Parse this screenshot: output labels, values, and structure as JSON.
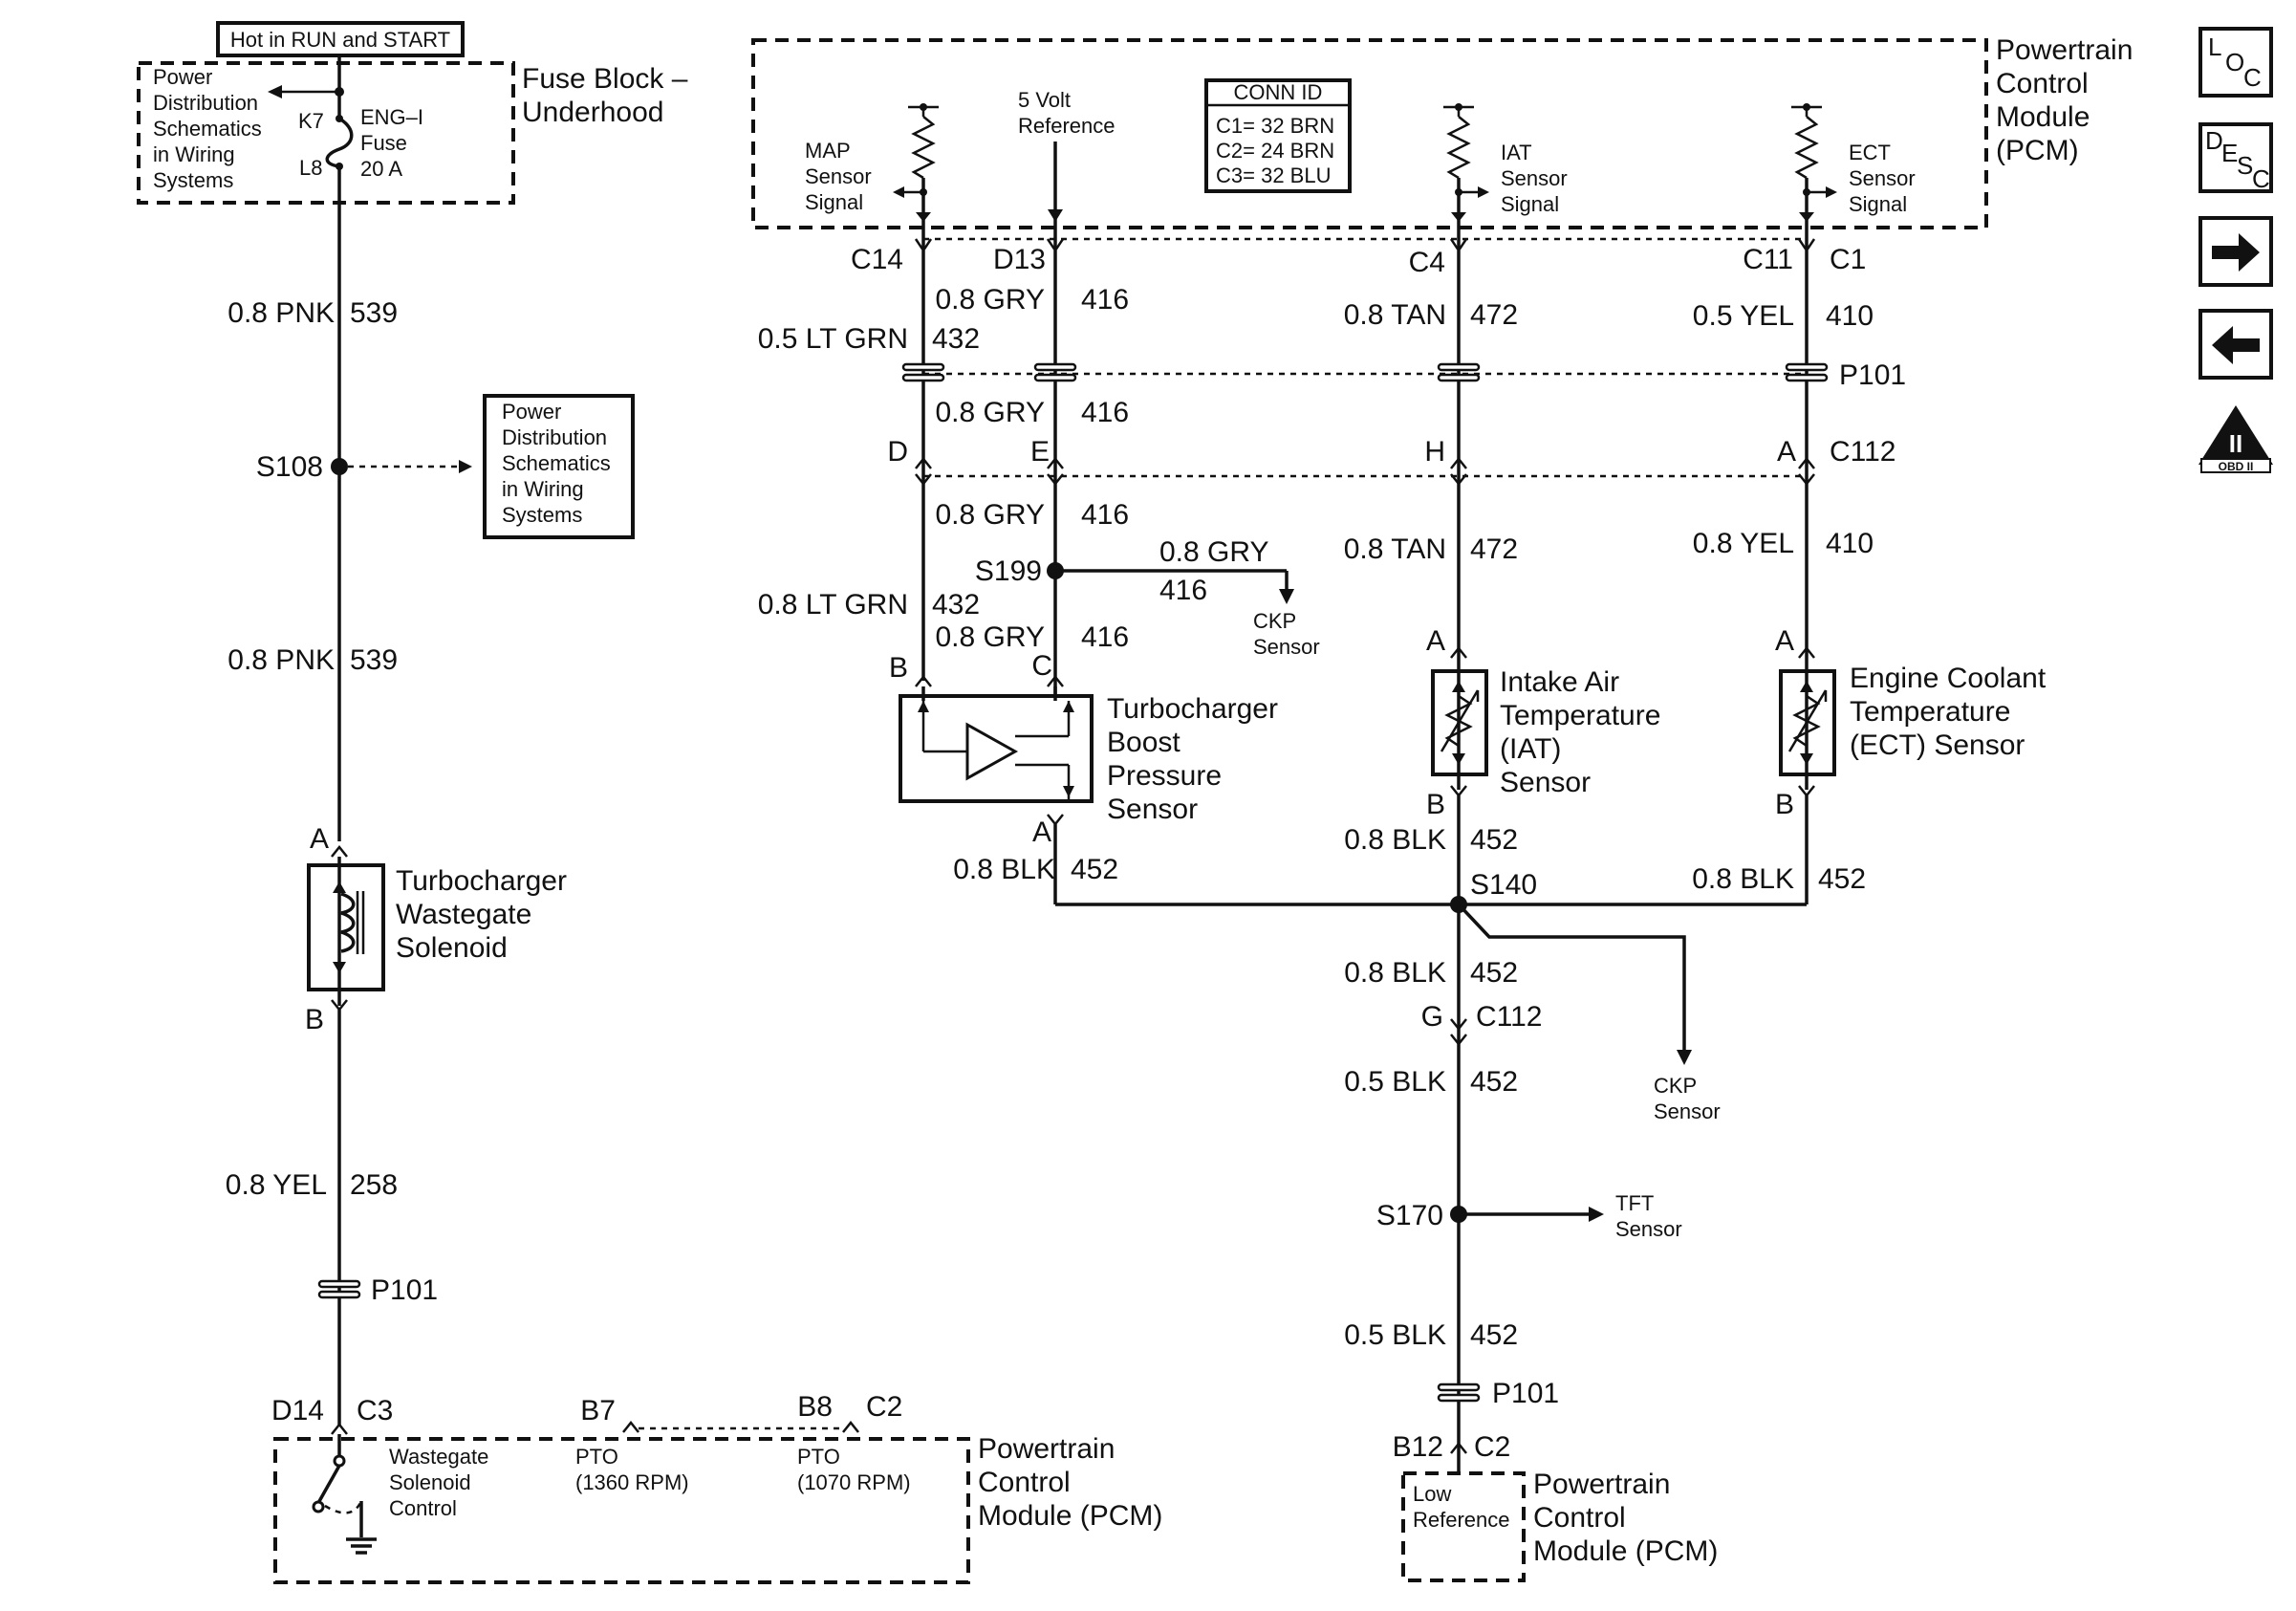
{
  "power_header": {
    "label": "Hot in RUN and START"
  },
  "fuse_block": {
    "label_line1": "Fuse Block –",
    "label_line2": "Underhood",
    "ref_lines": [
      "Power",
      "Distribution",
      "Schematics",
      "in Wiring",
      "Systems"
    ],
    "k7": "K7",
    "l8": "L8",
    "fuse_lines": [
      "ENG–I",
      "Fuse",
      "20 A"
    ]
  },
  "left_circuit": {
    "wire1": {
      "gauge": "0.8 PNK",
      "circuit": "539"
    },
    "splice": "S108",
    "ref_lines": [
      "Power",
      "Distribution",
      "Schematics",
      "in Wiring",
      "Systems"
    ],
    "wire2": {
      "gauge": "0.8 PNK",
      "circuit": "539"
    },
    "pin_a": "A",
    "pin_b": "B",
    "solenoid_lines": [
      "Turbocharger",
      "Wastegate",
      "Solenoid"
    ],
    "wire3": {
      "gauge": "0.8 YEL",
      "circuit": "258"
    },
    "p101": "P101",
    "d14": "D14",
    "c3": "C3"
  },
  "pcm_bottom_left": {
    "label_lines": [
      "Powertrain",
      "Control",
      "Module (PCM)"
    ],
    "switch_lines": [
      "Wastegate",
      "Solenoid",
      "Control"
    ],
    "b7": "B7",
    "b8": "B8",
    "c2": "C2",
    "pto1_lines": [
      "PTO",
      "(1360 RPM)"
    ],
    "pto2_lines": [
      "PTO",
      "(1070 RPM)"
    ]
  },
  "pcm_top": {
    "label_lines": [
      "Powertrain",
      "Control",
      "Module",
      "(PCM)"
    ],
    "map_lines": [
      "MAP",
      "Sensor",
      "Signal"
    ],
    "vref_lines": [
      "5 Volt",
      "Reference"
    ],
    "conn_title": "CONN ID",
    "conn_lines": [
      "C1= 32 BRN",
      "C2= 24 BRN",
      "C3= 32 BLU"
    ],
    "iat_lines": [
      "IAT",
      "Sensor",
      "Signal"
    ],
    "ect_lines": [
      "ECT",
      "Sensor",
      "Signal"
    ],
    "pins": {
      "c14": "C14",
      "d13": "D13",
      "c4": "C4",
      "c11": "C11",
      "c1": "C1"
    }
  },
  "wires_upper": {
    "grn1": {
      "gauge": "0.5 LT GRN",
      "circuit": "432"
    },
    "gry1": {
      "gauge": "0.8 GRY",
      "circuit": "416"
    },
    "tan1": {
      "gauge": "0.8 TAN",
      "circuit": "472"
    },
    "yel1": {
      "gauge": "0.5 YEL",
      "circuit": "410"
    },
    "p101": "P101",
    "gry2": {
      "gauge": "0.8 GRY",
      "circuit": "416"
    },
    "pin_d": "D",
    "pin_e": "E",
    "pin_h": "H",
    "pin_a": "A",
    "c112": "C112"
  },
  "wires_middle": {
    "gry3": {
      "gauge": "0.8 GRY",
      "circuit": "416"
    },
    "s199": "S199",
    "gry_branch": {
      "gauge": "0.8 GRY",
      "circuit": "416"
    },
    "ckp1_lines": [
      "CKP",
      "Sensor"
    ],
    "grn2": {
      "gauge": "0.8 LT GRN",
      "circuit": "432"
    },
    "gry4": {
      "gauge": "0.8 GRY",
      "circuit": "416"
    },
    "tan2": {
      "gauge": "0.8 TAN",
      "circuit": "472"
    },
    "yel2": {
      "gauge": "0.8 YEL",
      "circuit": "410"
    },
    "pin_b": "B",
    "pin_c": "C",
    "iat_pin_a": "A",
    "ect_pin_a": "A"
  },
  "sensors": {
    "boost_lines": [
      "Turbocharger",
      "Boost",
      "Pressure",
      "Sensor"
    ],
    "boost_pin_a": "A",
    "iat_lines": [
      "Intake Air",
      "Temperature",
      "(IAT)",
      "Sensor"
    ],
    "iat_pin_b": "B",
    "ect_lines": [
      "Engine Coolant",
      "Temperature",
      "(ECT) Sensor"
    ],
    "ect_pin_b": "B"
  },
  "ground_circuit": {
    "blk1": {
      "gauge": "0.8 BLK",
      "circuit": "452"
    },
    "blk2": {
      "gauge": "0.8 BLK",
      "circuit": "452"
    },
    "blk3": {
      "gauge": "0.8 BLK",
      "circuit": "452"
    },
    "s140": "S140",
    "blk4": {
      "gauge": "0.8 BLK",
      "circuit": "452"
    },
    "pin_g": "G",
    "c112": "C112",
    "ckp2_lines": [
      "CKP",
      "Sensor"
    ],
    "blk5": {
      "gauge": "0.5 BLK",
      "circuit": "452"
    },
    "s170": "S170",
    "tft_lines": [
      "TFT",
      "Sensor"
    ],
    "blk6": {
      "gauge": "0.5 BLK",
      "circuit": "452"
    },
    "p101": "P101",
    "b12": "B12",
    "c2": "C2"
  },
  "pcm_bottom_right": {
    "low_ref_lines": [
      "Low",
      "Reference"
    ],
    "label_lines": [
      "Powertrain",
      "Control",
      "Module (PCM)"
    ]
  },
  "nav": {
    "loc": {
      "l": "L",
      "o": "O",
      "c": "C"
    },
    "desc": {
      "d": "D",
      "e": "E",
      "s": "S",
      "c": "C"
    },
    "obd": {
      "numeral": "II",
      "text": "OBD II"
    }
  }
}
